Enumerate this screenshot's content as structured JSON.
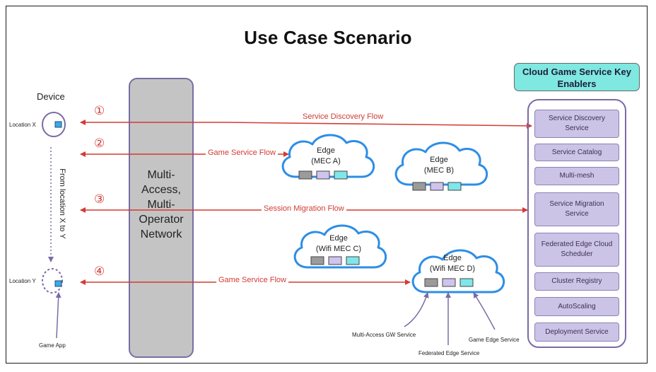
{
  "title": "Use Case Scenario",
  "device": {
    "label": "Device",
    "location_x": "Location X",
    "location_y": "Location Y",
    "transition": "From location X to Y",
    "app": "Game App"
  },
  "network": {
    "lines": [
      "Multi-",
      "Access,",
      "Multi-",
      "Operator",
      "Network"
    ]
  },
  "flows": [
    {
      "num": "①",
      "label": "Service Discovery Flow"
    },
    {
      "num": "②",
      "label": "Game Service Flow"
    },
    {
      "num": "③",
      "label": "Session Migration Flow"
    },
    {
      "num": "④",
      "label": "Game Service Flow"
    }
  ],
  "edges": [
    {
      "title": "Edge",
      "name": "(MEC A)"
    },
    {
      "title": "Edge",
      "name": "(MEC B)"
    },
    {
      "title": "Edge",
      "name": "(Wifi MEC C)"
    },
    {
      "title": "Edge",
      "name": "(Wifi MEC D)"
    }
  ],
  "edge_services": {
    "gw": "Multi-Access GW Service",
    "federated": "Federated Edge Service",
    "game": "Game Edge Service"
  },
  "enablers": {
    "header": "Cloud Game Service Key Enablers",
    "items": [
      "Service Discovery Service",
      "Service Catalog",
      "Multi-mesh",
      "Service Migration Service",
      "Federated Edge Cloud Scheduler",
      "Cluster Registry",
      "AutoScaling",
      "Deployment Service"
    ]
  },
  "colors": {
    "flow": "#d23b34",
    "cloud_stroke": "#2d8ee6",
    "enabler_fill": "#ccc4e6",
    "header_fill": "#7fe8e0",
    "network_fill": "#c4c4c4",
    "box_gray": "#9b9b9b",
    "box_purple": "#cfc4ee",
    "box_cyan": "#7fe6ea"
  }
}
